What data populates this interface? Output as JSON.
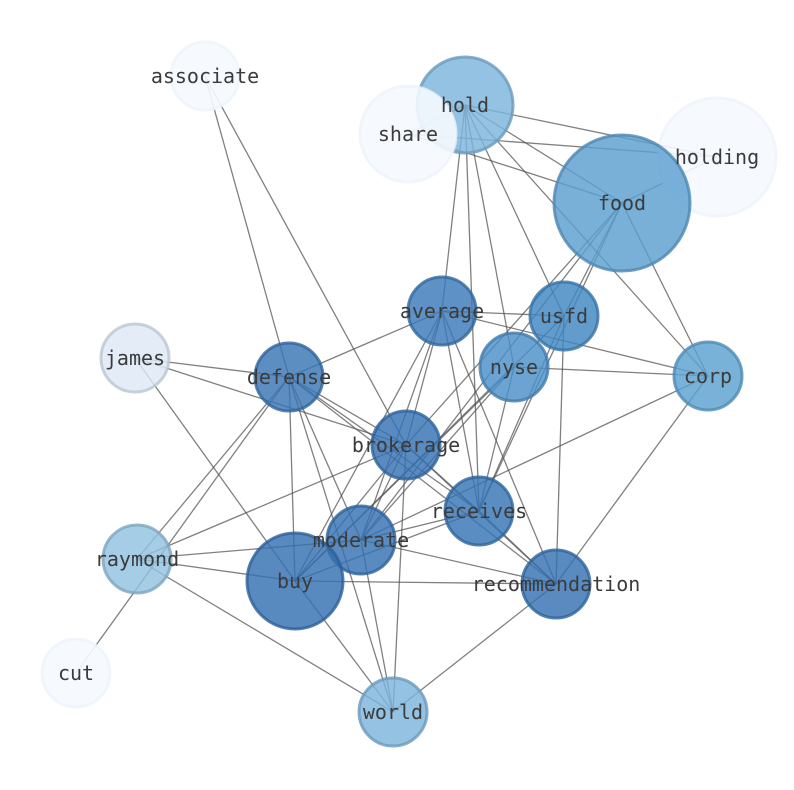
{
  "graph": {
    "nodes": [
      {
        "id": "associate",
        "label": "associate",
        "weight": 0.0,
        "fill": "#f5f9fe"
      },
      {
        "id": "hold",
        "label": "hold",
        "weight": 0.45,
        "fill": "#7db5dd"
      },
      {
        "id": "share",
        "label": "share",
        "weight": 0.0,
        "fill": "#f5f9fe"
      },
      {
        "id": "holding",
        "label": "holding",
        "weight": 0.0,
        "fill": "#f5f9fe"
      },
      {
        "id": "food",
        "label": "food",
        "weight": 0.55,
        "fill": "#5a9fd0"
      },
      {
        "id": "average",
        "label": "average",
        "weight": 0.9,
        "fill": "#3a79b8"
      },
      {
        "id": "usfd",
        "label": "usfd",
        "weight": 0.8,
        "fill": "#3f86c2"
      },
      {
        "id": "james",
        "label": "james",
        "weight": 0.08,
        "fill": "#dde8f5"
      },
      {
        "id": "defense",
        "label": "defense",
        "weight": 0.92,
        "fill": "#3875b5"
      },
      {
        "id": "nyse",
        "label": "nyse",
        "weight": 0.7,
        "fill": "#4b90c8"
      },
      {
        "id": "corp",
        "label": "corp",
        "weight": 0.6,
        "fill": "#5ba1d1"
      },
      {
        "id": "brokerage",
        "label": "brokerage",
        "weight": 0.95,
        "fill": "#3572b3"
      },
      {
        "id": "receives",
        "label": "receives",
        "weight": 0.92,
        "fill": "#3675b5"
      },
      {
        "id": "raymond",
        "label": "raymond",
        "weight": 0.3,
        "fill": "#93c2e0"
      },
      {
        "id": "moderate",
        "label": "moderate",
        "weight": 0.95,
        "fill": "#3572b3"
      },
      {
        "id": "buy",
        "label": "buy",
        "weight": 0.98,
        "fill": "#3470b1"
      },
      {
        "id": "recommendation",
        "label": "recommendation",
        "weight": 0.95,
        "fill": "#3572b3"
      },
      {
        "id": "cut",
        "label": "cut",
        "weight": 0.0,
        "fill": "#f5f9fe"
      },
      {
        "id": "world",
        "label": "world",
        "weight": 0.45,
        "fill": "#7db5dd"
      }
    ],
    "edges": [
      [
        "associate",
        "defense"
      ],
      [
        "associate",
        "brokerage"
      ],
      [
        "hold",
        "share"
      ],
      [
        "hold",
        "holding"
      ],
      [
        "hold",
        "food"
      ],
      [
        "hold",
        "average"
      ],
      [
        "hold",
        "usfd"
      ],
      [
        "hold",
        "nyse"
      ],
      [
        "hold",
        "corp"
      ],
      [
        "hold",
        "receives"
      ],
      [
        "share",
        "holding"
      ],
      [
        "share",
        "food"
      ],
      [
        "holding",
        "food"
      ],
      [
        "food",
        "usfd"
      ],
      [
        "food",
        "corp"
      ],
      [
        "food",
        "brokerage"
      ],
      [
        "food",
        "receives"
      ],
      [
        "food",
        "moderate"
      ],
      [
        "average",
        "defense"
      ],
      [
        "average",
        "usfd"
      ],
      [
        "average",
        "corp"
      ],
      [
        "average",
        "brokerage"
      ],
      [
        "average",
        "receives"
      ],
      [
        "average",
        "moderate"
      ],
      [
        "average",
        "buy"
      ],
      [
        "average",
        "recommendation"
      ],
      [
        "usfd",
        "receives"
      ],
      [
        "usfd",
        "recommendation"
      ],
      [
        "usfd",
        "buy"
      ],
      [
        "james",
        "defense"
      ],
      [
        "james",
        "brokerage"
      ],
      [
        "james",
        "buy"
      ],
      [
        "defense",
        "brokerage"
      ],
      [
        "defense",
        "receives"
      ],
      [
        "defense",
        "moderate"
      ],
      [
        "defense",
        "buy"
      ],
      [
        "defense",
        "raymond"
      ],
      [
        "defense",
        "cut"
      ],
      [
        "defense",
        "world"
      ],
      [
        "defense",
        "recommendation"
      ],
      [
        "nyse",
        "corp"
      ],
      [
        "nyse",
        "moderate"
      ],
      [
        "nyse",
        "buy"
      ],
      [
        "nyse",
        "receives"
      ],
      [
        "corp",
        "recommendation"
      ],
      [
        "corp",
        "moderate"
      ],
      [
        "brokerage",
        "receives"
      ],
      [
        "brokerage",
        "moderate"
      ],
      [
        "brokerage",
        "buy"
      ],
      [
        "brokerage",
        "raymond"
      ],
      [
        "brokerage",
        "world"
      ],
      [
        "brokerage",
        "recommendation"
      ],
      [
        "receives",
        "moderate"
      ],
      [
        "receives",
        "buy"
      ],
      [
        "receives",
        "recommendation"
      ],
      [
        "raymond",
        "moderate"
      ],
      [
        "raymond",
        "buy"
      ],
      [
        "raymond",
        "world"
      ],
      [
        "moderate",
        "recommendation"
      ],
      [
        "moderate",
        "world"
      ],
      [
        "buy",
        "recommendation"
      ],
      [
        "buy",
        "world"
      ],
      [
        "recommendation",
        "world"
      ]
    ]
  }
}
